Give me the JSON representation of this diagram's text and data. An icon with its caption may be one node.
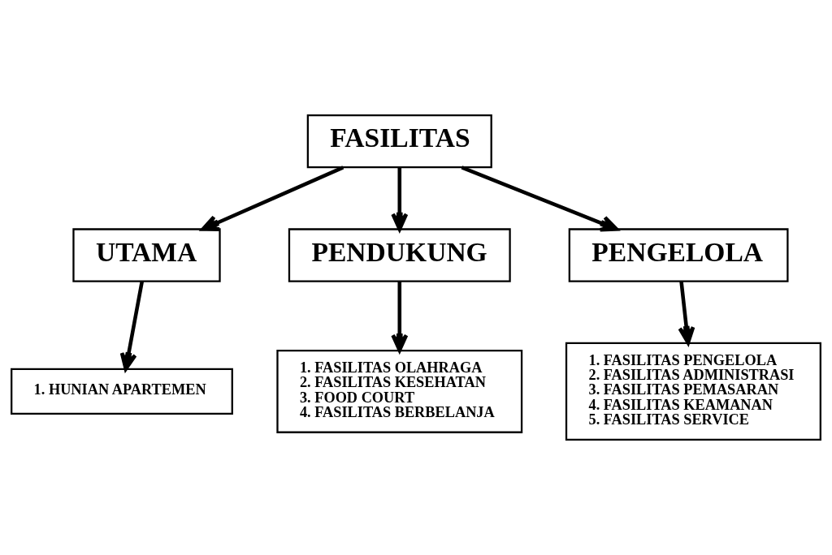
{
  "diagram": {
    "nodes": [
      {
        "text": [
          "FASILITAS"
        ]
      },
      {
        "text": [
          "UTAMA"
        ]
      },
      {
        "text": [
          "PENDUKUNG"
        ]
      },
      {
        "text": [
          "PENGELOLA"
        ]
      },
      {
        "text": [
          "1. HUNIAN APARTEMEN"
        ]
      },
      {
        "text": [
          "1. FASILITAS OLAHRAGA",
          "2. FASILITAS KESEHATAN",
          "3. FOOD COURT",
          "4. FASILITAS BERBELANJA"
        ]
      },
      {
        "text": [
          "1. FASILITAS PENGELOLA",
          "2. FASILITAS ADMINISTRASI",
          "3. FASILITAS PEMASARAN",
          "4. FASILITAS KEAMANAN",
          "5. FASILITAS SERVICE"
        ]
      }
    ],
    "edges": [
      {
        "from": 0,
        "to": 1,
        "arrow": "to"
      },
      {
        "from": 0,
        "to": 2,
        "arrow": "to"
      },
      {
        "from": 0,
        "to": 3,
        "arrow": "to"
      },
      {
        "from": 1,
        "to": 4,
        "arrow": "to"
      },
      {
        "from": 2,
        "to": 5,
        "arrow": "to"
      },
      {
        "from": 3,
        "to": 6,
        "arrow": "to"
      }
    ]
  }
}
